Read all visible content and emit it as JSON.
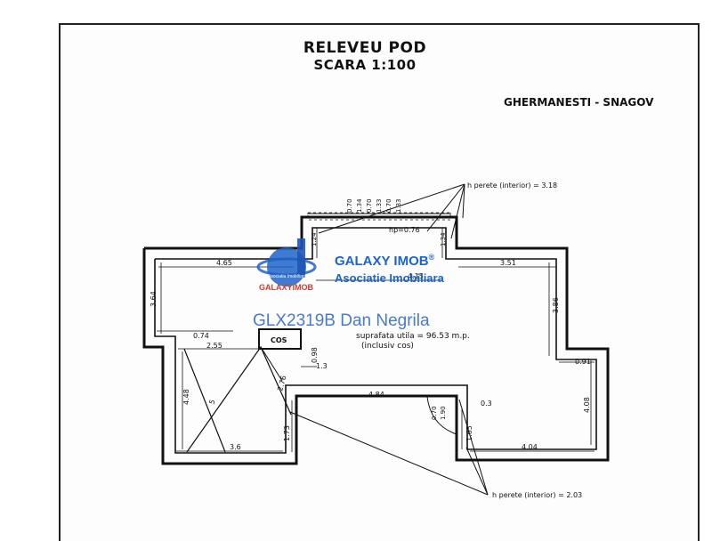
{
  "header": {
    "title": "RELEVEU POD",
    "scale": "SCARA 1:100",
    "location": "GHERMANESTI - SNAGOV"
  },
  "annotations": {
    "wall_height_top": "h perete (interior) = 3.18",
    "hp": "hp=0.76",
    "wall_height_bottom": "h perete (interior) = 2.03",
    "area_line1": "suprafata utila = 96.53 m.p.",
    "area_line2": "(inclusiv cos)",
    "chimney": "COS"
  },
  "dimensions": {
    "d_465": "4.65",
    "d_415": "4.15",
    "d_351": "3.51",
    "d_364": "3.64",
    "d_386": "3.86",
    "d_074": "0.74",
    "d_255": "2.55",
    "d_098": "0.98",
    "d_13": "1.3",
    "d_091": "0.91",
    "d_448": "4.48",
    "d_5": "5",
    "d_276": "2.76",
    "d_484": "4.84",
    "d_03": "0.3",
    "d_070b": "0.70",
    "d_190": "1.90",
    "d_408": "4.08",
    "d_165": "1.65",
    "d_173": "1.73",
    "d_36": "3.6",
    "d_404": "4.04",
    "d_124": "1.24",
    "d_134": "1.34",
    "top_strip": [
      "0.70",
      "1.34",
      "0.70",
      "1.33",
      "0.70",
      "1.33"
    ]
  },
  "watermark": {
    "brand": "GALAXY IMOB",
    "reg": "®",
    "subtitle": "Asociatie Imobiliara",
    "small_logo": "GALAXYIMOB",
    "ring_text": "Asociatia Imobiliara",
    "listing": "GLX2319B Dan Negrila",
    "brand_color": "#1e63c8",
    "accent_color": "#d23a2f"
  }
}
